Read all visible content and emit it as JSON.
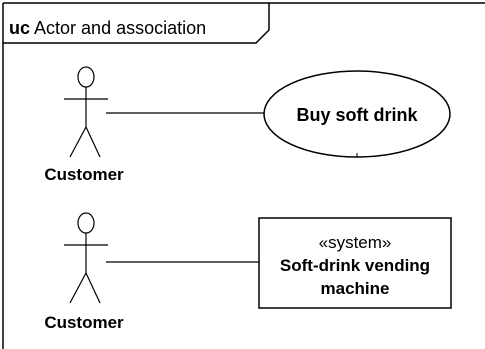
{
  "frame": {
    "keyword": "uc",
    "title": "Actor and association"
  },
  "actors": [
    {
      "label": "Customer"
    },
    {
      "label": "Customer"
    }
  ],
  "usecase": {
    "label": "Buy soft drink"
  },
  "system": {
    "stereotype": "«system»",
    "name_line1": "Soft-drink vending",
    "name_line2": "machine"
  }
}
